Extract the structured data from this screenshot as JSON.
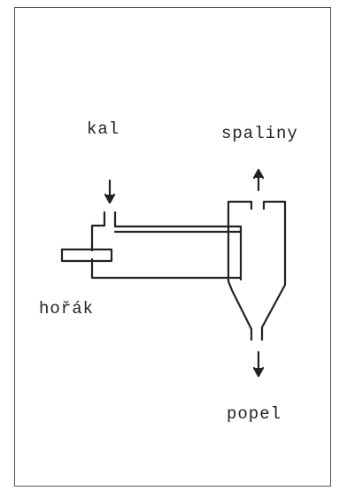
{
  "labels": {
    "input": "kal",
    "exhaust": "spaliny",
    "burner": "hořák",
    "ash": "popel"
  },
  "colors": {
    "line": "#222222",
    "frame": "#555555",
    "background": "#ffffff"
  }
}
